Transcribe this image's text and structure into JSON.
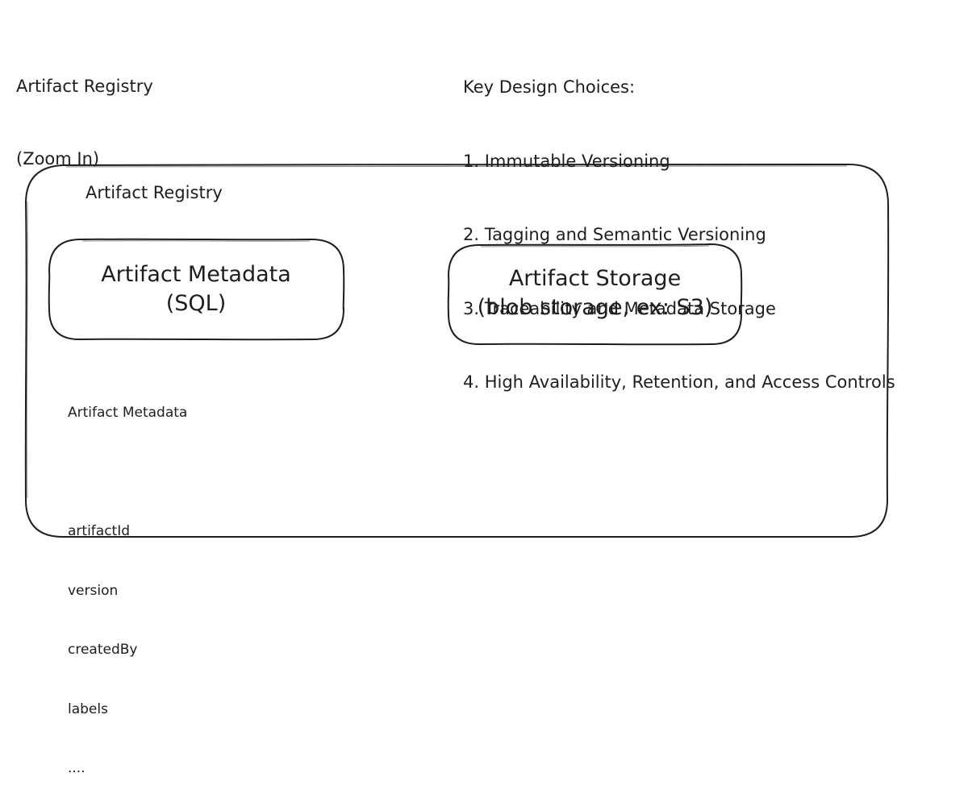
{
  "header": {
    "title_line1": "Artifact Registry",
    "title_line2": "(Zoom In)"
  },
  "design_choices": {
    "heading": "Key Design Choices:",
    "items": [
      "1. Immutable Versioning",
      "2. Tagging and Semantic Versioning",
      "3. Traceability and Metadata Storage",
      "4. High Availability, Retention, and Access Controls"
    ]
  },
  "registry": {
    "label": "Artifact Registry",
    "metadata_box": {
      "line1": "Artifact Metadata",
      "line2": "(SQL)"
    },
    "storage_box": {
      "line1": "Artifact Storage",
      "line2": "(blob storage, ex: S3)"
    },
    "fields": {
      "heading": "Artifact Metadata",
      "items": [
        "artifactId",
        "version",
        "createdBy",
        "labels",
        "...."
      ]
    }
  },
  "colors": {
    "stroke": "#1e1e1e",
    "background": "#ffffff"
  }
}
